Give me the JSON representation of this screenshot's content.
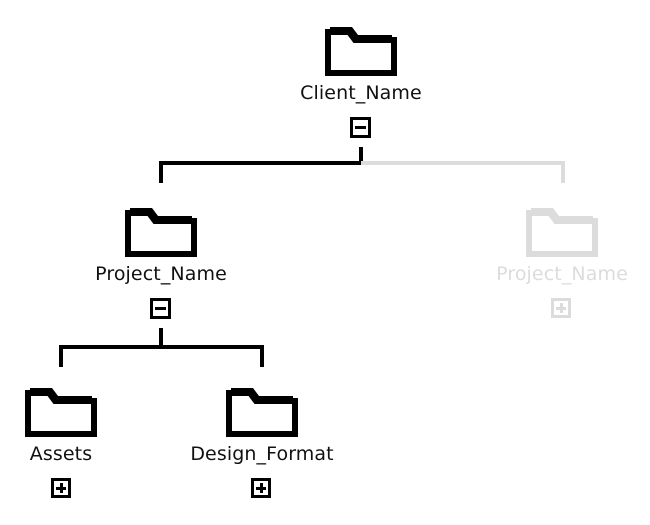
{
  "diagram": {
    "title": "Folder structure tree",
    "background_color": "#ffffff",
    "line_color": "#000000",
    "muted_color": "#dcdcdc",
    "text_color": "#111111"
  },
  "nodes": {
    "root": {
      "label": "Client_Name",
      "icon": "folder-icon",
      "state": "expanded",
      "expander": "minus",
      "muted": false
    },
    "project_left": {
      "label": "Project_Name",
      "icon": "folder-icon",
      "state": "expanded",
      "expander": "minus",
      "muted": false
    },
    "project_right": {
      "label": "Project_Name",
      "icon": "folder-icon",
      "state": "collapsed",
      "expander": "plus",
      "muted": true
    },
    "assets": {
      "label": "Assets",
      "icon": "folder-icon",
      "state": "collapsed",
      "expander": "plus",
      "muted": false
    },
    "design_format": {
      "label": "Design_Format",
      "icon": "folder-icon",
      "state": "collapsed",
      "expander": "plus",
      "muted": false
    }
  }
}
